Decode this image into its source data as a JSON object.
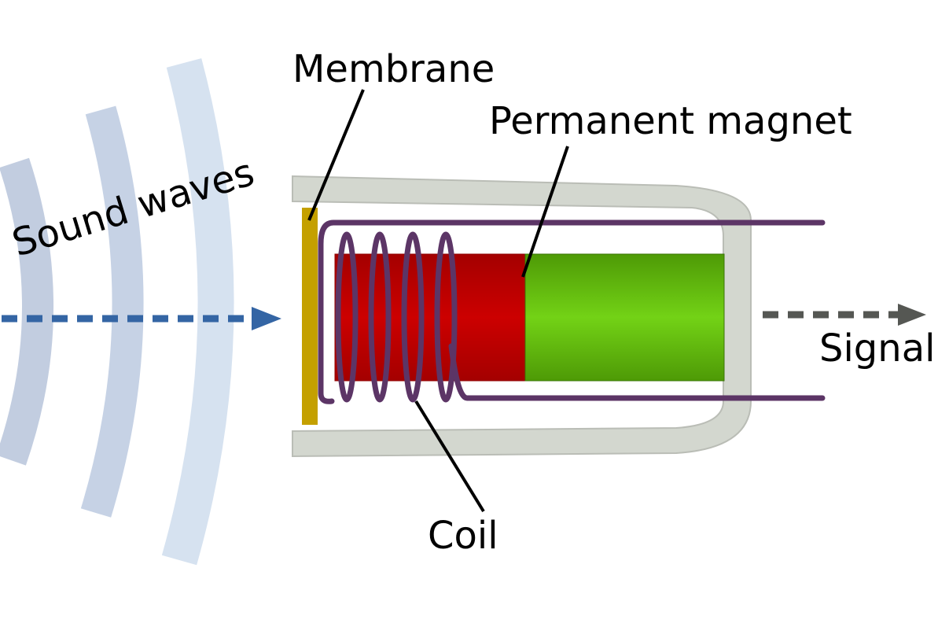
{
  "labels": {
    "membrane": "Membrane",
    "permanent_magnet": "Permanent magnet",
    "sound_waves": "Sound waves",
    "signal": "Signal",
    "coil": "Coil"
  },
  "colors": {
    "wave_dark": "#c2cde0",
    "wave_light": "#d6e2f0",
    "input_arrow": "#3465a4",
    "output_arrow": "#555753",
    "housing_fill": "#d3d7cf",
    "housing_stroke": "#babdb6",
    "membrane": "#c4a000",
    "magnet_red": "#cc0000",
    "magnet_red_dark": "#a40000",
    "magnet_green": "#73d216",
    "magnet_green_dark": "#4e9a06",
    "coil": "#5c3566",
    "leader_line": "#000000"
  }
}
